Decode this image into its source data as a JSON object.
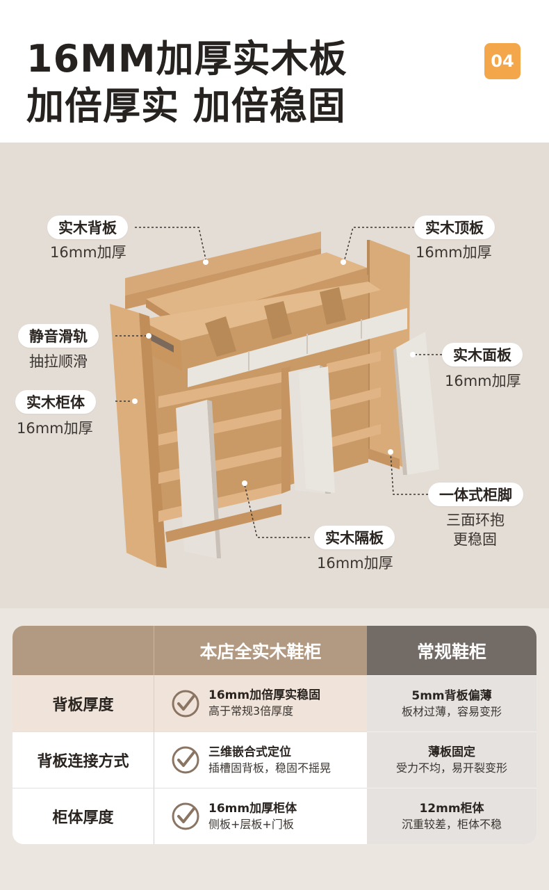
{
  "header": {
    "title_line1": "16MM加厚实木板",
    "title_line2": "加倍厚实 加倍稳固",
    "badge": "04"
  },
  "callouts": [
    {
      "label": "实木背板",
      "sub": "16mm加厚"
    },
    {
      "label": "实木顶板",
      "sub": "16mm加厚"
    },
    {
      "label": "静音滑轨",
      "sub": "抽拉顺滑"
    },
    {
      "label": "实木面板",
      "sub": "16mm加厚"
    },
    {
      "label": "实木柜体",
      "sub": "16mm加厚"
    },
    {
      "label": "一体式柜脚",
      "sub1": "三面环抱",
      "sub2": "更稳固"
    },
    {
      "label": "实木隔板",
      "sub": "16mm加厚"
    }
  ],
  "table": {
    "col_ours": "本店全实木鞋柜",
    "col_regular": "常规鞋柜",
    "rows": [
      {
        "label": "背板厚度",
        "ours_main": "16mm加倍厚实稳固",
        "ours_sub": "高于常规3倍厚度",
        "reg_main": "5mm背板偏薄",
        "reg_sub": "板材过薄，容易变形"
      },
      {
        "label": "背板连接方式",
        "ours_main": "三维嵌合式定位",
        "ours_sub": "插槽固背板，稳固不摇晃",
        "reg_main": "薄板固定",
        "reg_sub": "受力不均，易开裂变形"
      },
      {
        "label": "柜体厚度",
        "ours_main": "16mm加厚柜体",
        "ours_sub": "侧板+层板+门板",
        "reg_main": "12mm柜体",
        "reg_sub": "沉重较差，柜体不稳"
      }
    ]
  },
  "colors": {
    "badge": "#f4a74a",
    "header_ours": "#b29a82",
    "header_regular": "#736b66",
    "wood": "#dcae7c",
    "door": "#e8e3dc"
  },
  "icons": {
    "check": "check-circle-icon"
  }
}
